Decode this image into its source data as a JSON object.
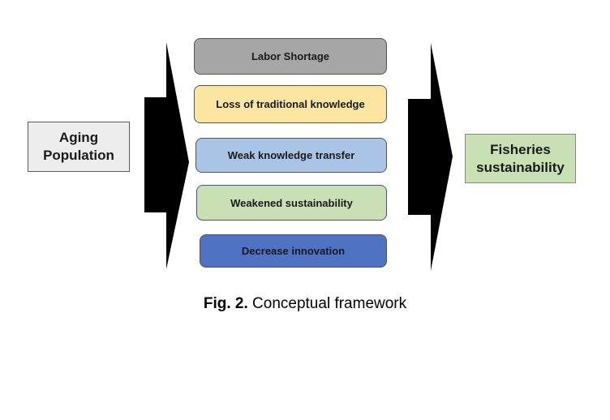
{
  "diagram": {
    "input": {
      "label": "Aging Population",
      "line1": "Aging",
      "line2": "Population",
      "color": "#ededed"
    },
    "factors": [
      {
        "label": "Labor Shortage",
        "color": "#a6a6a6"
      },
      {
        "label": "Loss of traditional knowledge",
        "color": "#fbe5a1"
      },
      {
        "label": "Weak knowledge transfer",
        "color": "#a9c4e4"
      },
      {
        "label": "Weakened sustainability",
        "color": "#c9e0b5"
      },
      {
        "label": "Decrease innovation",
        "color": "#4f72c2"
      }
    ],
    "output": {
      "label": "Fisheries sustainability",
      "line1": "Fisheries",
      "line2": "sustainability",
      "color": "#c9e0b5"
    },
    "arrow_color": "#000000"
  },
  "caption": {
    "prefix": "Fig. 2.",
    "text": " Conceptual framework"
  }
}
